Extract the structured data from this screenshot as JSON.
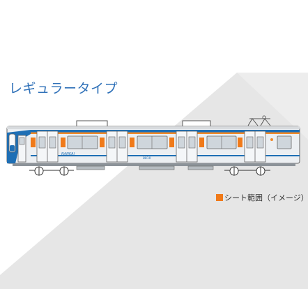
{
  "title": "レギュラータイプ",
  "train": {
    "logo_text": "NANKAI",
    "car_number": "8810"
  },
  "legend": {
    "label": "シート範囲（イメージ）"
  },
  "colors": {
    "title_blue": "#2e70b8",
    "seat_orange": "#f07a1a",
    "stripe_blue": "#1e6fb5",
    "stripe_orange": "#f08a2a",
    "body_silver": "#e9ecef",
    "background_panel": "#e3e3e3"
  }
}
